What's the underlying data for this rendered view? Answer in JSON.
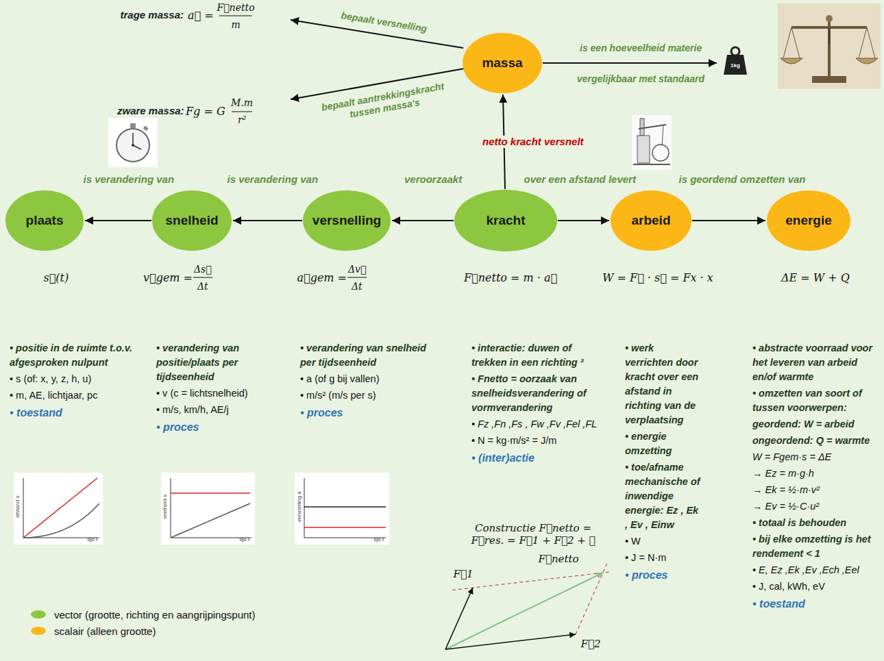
{
  "diagram": {
    "nodes": [
      {
        "text": [
          "massa"
        ]
      },
      {
        "text": [
          "plaats"
        ]
      },
      {
        "text": [
          "snelheid"
        ]
      },
      {
        "text": [
          "versnelling"
        ]
      },
      {
        "text": [
          "kracht"
        ]
      },
      {
        "text": [
          "arbeid"
        ]
      },
      {
        "text": [
          "energie"
        ]
      }
    ],
    "edges": [
      {
        "from": 4,
        "to": 0,
        "arrow": "to",
        "label": "netto kracht versnelt"
      },
      {
        "from": 4,
        "to": 3,
        "arrow": "to",
        "label": "veroorzaakt"
      },
      {
        "from": 3,
        "to": 2,
        "arrow": "to",
        "label": "is verandering van"
      },
      {
        "from": 2,
        "to": 1,
        "arrow": "to",
        "label": "is verandering van"
      },
      {
        "from": 4,
        "to": 5,
        "arrow": "to",
        "label": "over een afstand levert"
      },
      {
        "from": 5,
        "to": 6,
        "arrow": "to",
        "label": "is geordend omzetten van"
      }
    ],
    "labels": [
      "trage massa:",
      "a⃗ =",
      "F⃗netto",
      "m",
      "zware massa:",
      "Fg = G",
      "M.m",
      "r²",
      "bepaalt versnelling",
      "bepaalt aantrekkingskracht tussen massa's",
      "is een hoeveelheid materie",
      "vergelijkbaar met standaard",
      "1kg",
      "s⃗(t)",
      "v⃗gem =",
      "Δs⃗",
      "Δt",
      "a⃗gem =",
      "Δv⃗",
      "Δt",
      "F⃗netto = m · a⃗",
      "W = F⃗ · s⃗ = Fx · x",
      "ΔE = W + Q",
      "• positie in de ruimte t.o.v. afgesproken nulpunt",
      "• s (of: x, y, z, h, u)",
      "• m, AE, lichtjaar, pc",
      "• toestand",
      "• verandering van positie/plaats per tijdseenheid",
      "• v (c = lichtsnelheid)",
      "• m/s, km/h, AE/j",
      "• proces",
      "• verandering van snelheid per tijdseenheid",
      "• a (of g bij vallen)",
      "• m/s² (m/s per s)",
      "• proces",
      "• interactie: duwen of trekken in een richting ²",
      "• Fnetto = oorzaak van snelheidsverandering of vormverandering",
      "• Fz ,Fn ,Fs , Fw ,Fv ,Fel ,FL",
      "• N = kg·m/s² = J/m",
      "• (inter)actie",
      "Constructie F⃗netto = F⃗res. = F⃗1 + F⃗2 + ⋯",
      "F⃗1",
      "F⃗netto",
      "F⃗2",
      "• werk verrichten door kracht over een afstand in richting van de verplaatsing",
      "• energie omzetting",
      "• toe/afname mechanische of inwendige energie: Ez , Ek , Ev , Einw",
      "• W",
      "• J = N·m",
      "• proces",
      "• abstracte voorraad voor het leveren van arbeid en/of warmte",
      "• omzetten van soort of tussen voorwerpen:",
      "geordend: W = arbeid",
      "ongeordend: Q = warmte",
      "W = Fgem·s = ΔE",
      "→ Ez = m·g·h",
      "→ Ek = ½·m·v²",
      "→ Ev = ½·C·u²",
      "• totaal is behouden",
      "• bij elke omzetting is het rendement < 1",
      "• E, Ez ,Ek ,Ev ,Ech ,Eel",
      "• J, cal, kWh, eV",
      "• toestand",
      "afstand s",
      "tijd t",
      "snelheid v",
      "tijd t",
      "versnelling a",
      "tijd t"
    ],
    "legend": [
      {
        "text": "vector (grootte, richting en aangrijpingspunt)",
        "color": "#8dc63f"
      },
      {
        "text": "scalair (alleen grootte)",
        "color": "#fbb716"
      }
    ]
  }
}
